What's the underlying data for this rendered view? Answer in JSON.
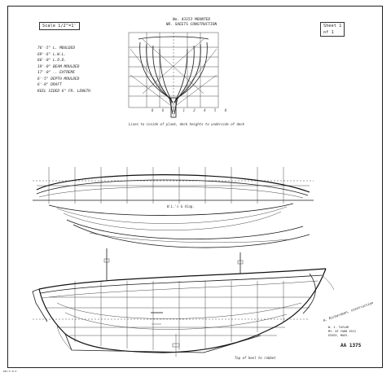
{
  "header": {
    "scale_label": "Scale 1/2\"=1'",
    "title_line_1": "No. 43153  MOUNTED",
    "title_line_2": "NO. SHEETS    CONSTRUCTION",
    "sheet_label_1": "Sheet 1",
    "sheet_label_2": "of 1"
  },
  "dimensions": [
    "76'-5\" L. MOULDED",
    "69'-6\" L.W.L.",
    "66'-0\" L.O.D.",
    "19'-0\" BEAM MOULDED",
    "17'-0\" .. EXTREME",
    "6'-5\" DEPTH MOULDED",
    "6'-8\" DRAFT",
    "KEEL SIDED 6\" FR. LENGTH"
  ],
  "captions": {
    "body_plan": "Lines to inside of plank, deck heights to underside of deck",
    "station_numbers": "8 6 4 1 2 4 5 8",
    "lines_plan": "W.L.'s & diag.",
    "keel": "Top of keel to rabbet"
  },
  "signature": "A. Richardson, construction",
  "stamp": {
    "line_1": "W. J. TAYLOR",
    "line_2": "MY. OF YARD 1913",
    "line_3": "ESSEX, MASS."
  },
  "plan_number": "AA 1375",
  "corner_note": "REV'D B.P."
}
